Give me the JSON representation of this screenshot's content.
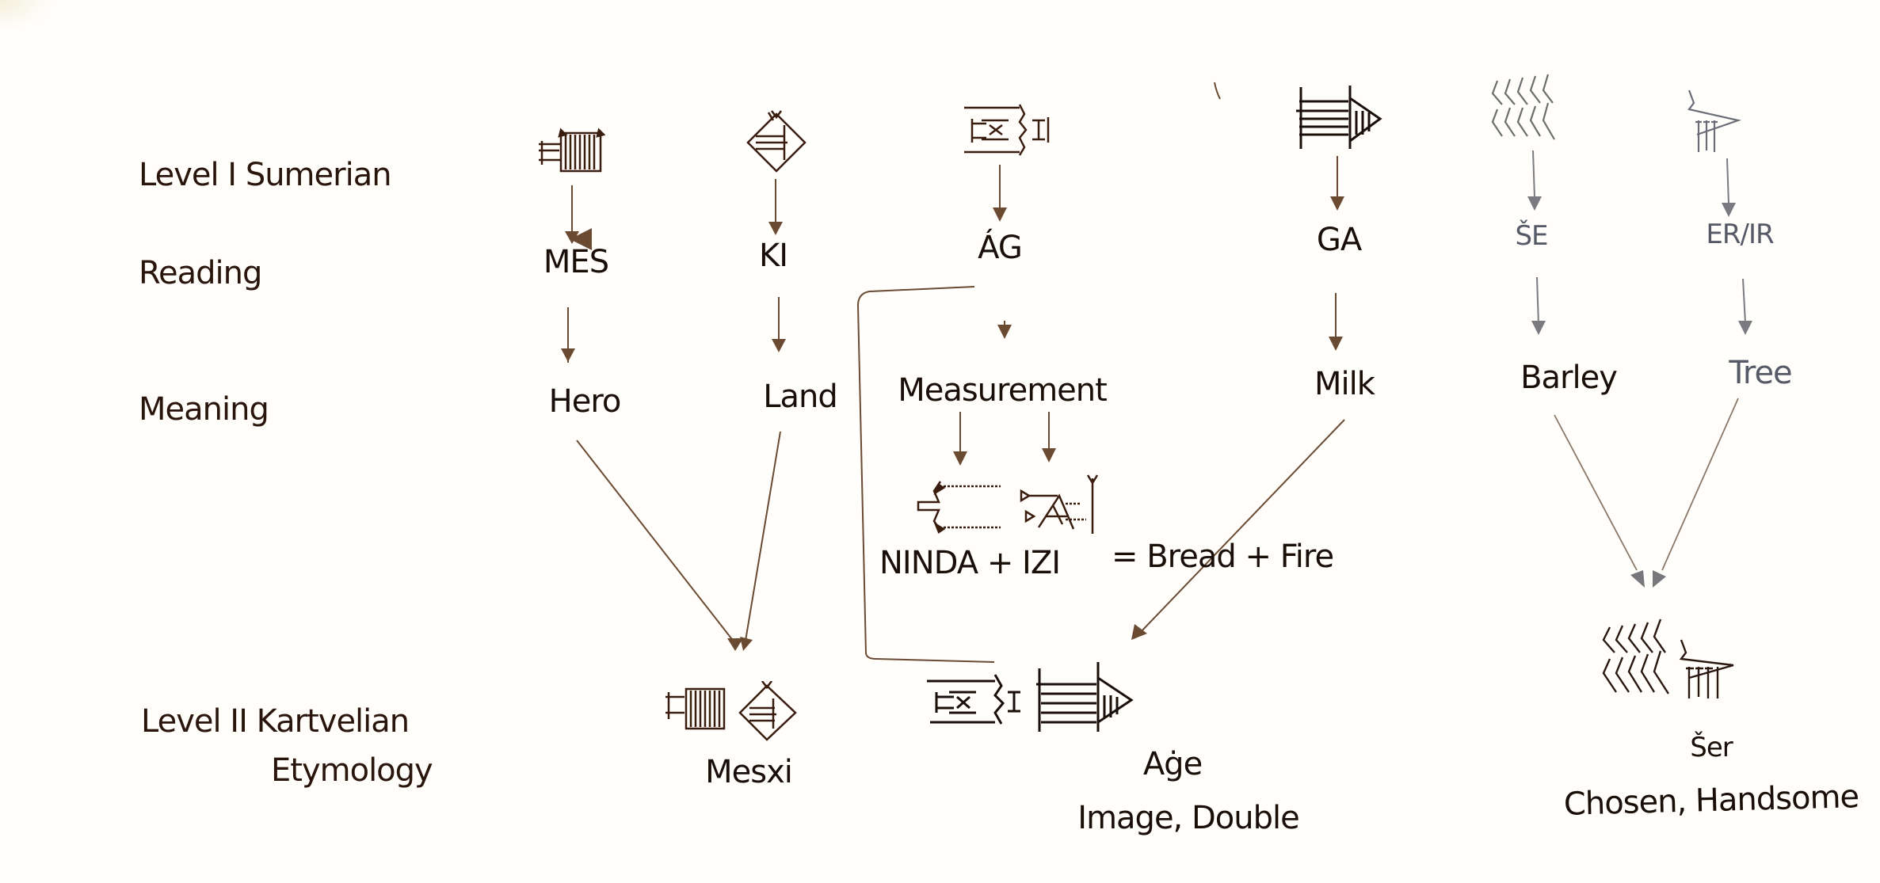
{
  "row_labels": {
    "level1": "Level I Sumerian",
    "reading": "Reading",
    "meaning": "Meaning",
    "level2": "Level II Kartvelian",
    "etymology": "Etymology"
  },
  "columns": [
    {
      "id": "mes",
      "sign": "MES-sign",
      "reading": "MES",
      "meaning": "Hero"
    },
    {
      "id": "ki",
      "sign": "KI-sign",
      "reading": "KI",
      "meaning": "Land"
    },
    {
      "id": "ag",
      "sign": "ÁG-sign",
      "reading": "ÁG",
      "meaning": "Measurement"
    },
    {
      "id": "ga",
      "sign": "GA-sign",
      "reading": "GA",
      "meaning": "Milk"
    },
    {
      "id": "se",
      "sign": "ŠE-sign",
      "reading": "ŠE",
      "meaning": "Barley"
    },
    {
      "id": "er",
      "sign": "ER/IR-sign",
      "reading": "ER/IR",
      "meaning": "Tree"
    }
  ],
  "composition": {
    "signs_label": "NINDA + IZI",
    "gloss": "= Bread + Fire"
  },
  "etymologies": [
    {
      "id": "mesxi",
      "word": "Mesxi",
      "gloss": ""
    },
    {
      "id": "age",
      "word": "Aġe",
      "gloss": "Image, Double"
    },
    {
      "id": "ser",
      "word": "Šer",
      "gloss": "Chosen, Handsome"
    }
  ],
  "colors": {
    "ink": "#1a0e08",
    "arrow_brown": "#6b4a32",
    "arrow_grey": "#7a7a80",
    "grey_text": "#555a66",
    "paper": "#fffefb"
  }
}
